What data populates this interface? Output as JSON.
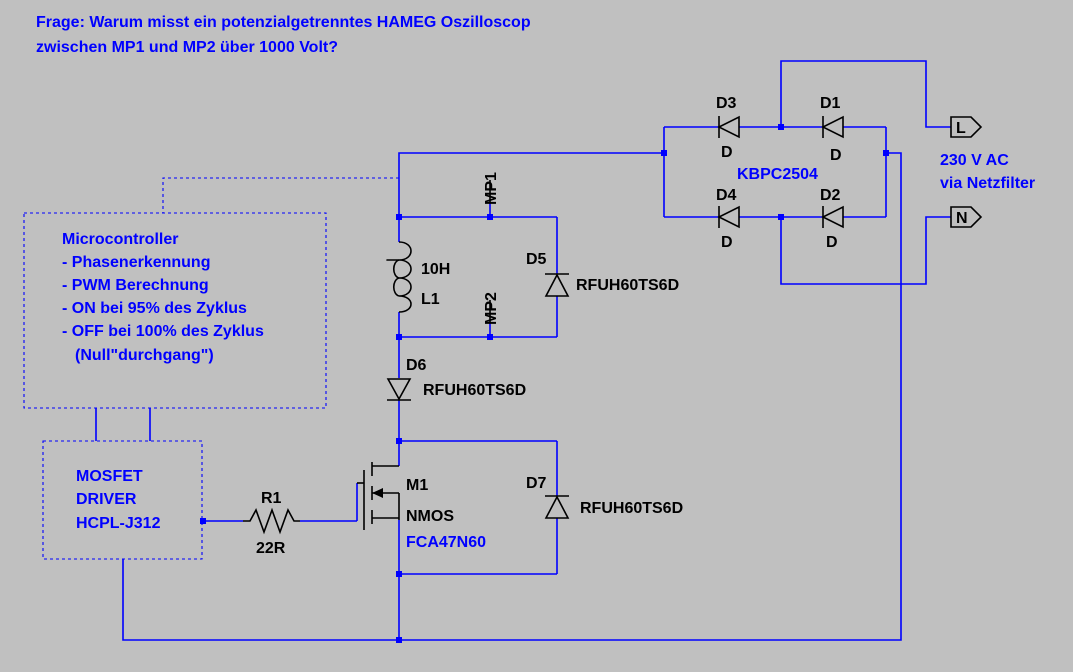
{
  "question": {
    "line1": "Frage: Warum misst ein potenzialgetrenntes HAMEG Oszilloscop",
    "line2": "zwischen MP1 und MP2 über 1000 Volt?"
  },
  "microcontroller": {
    "lines": [
      "Microcontroller",
      "- Phasenerkennung",
      "- PWM Berechnung",
      "- ON bei 95% des Zyklus",
      "- OFF bei 100% des Zyklus",
      "  (Null\"durchgang\")"
    ]
  },
  "driver": {
    "lines": [
      "MOSFET",
      "DRIVER",
      "HCPL-J312"
    ]
  },
  "components": {
    "d1": {
      "name": "D1",
      "value": "D"
    },
    "d2": {
      "name": "D2",
      "value": "D"
    },
    "d3": {
      "name": "D3",
      "value": "D"
    },
    "d4": {
      "name": "D4",
      "value": "D"
    },
    "bridge": "KBPC2504",
    "d5": {
      "name": "D5",
      "value": "RFUH60TS6D"
    },
    "d6": {
      "name": "D6",
      "value": "RFUH60TS6D"
    },
    "d7": {
      "name": "D7",
      "value": "RFUH60TS6D"
    },
    "l1": {
      "name": "L1",
      "value": "10H"
    },
    "r1": {
      "name": "R1",
      "value": "22R"
    },
    "m1": {
      "name": "M1",
      "type": "NMOS",
      "value": "FCA47N60"
    }
  },
  "probes": {
    "mp1": "MP1",
    "mp2": "MP2"
  },
  "ports": {
    "l": "L",
    "n": "N"
  },
  "supply": {
    "line1": "230 V AC",
    "line2": "via Netzfilter"
  },
  "colors": {
    "background": "#c0c0c0",
    "wire": "#0000ff",
    "symbol": "#000000"
  }
}
